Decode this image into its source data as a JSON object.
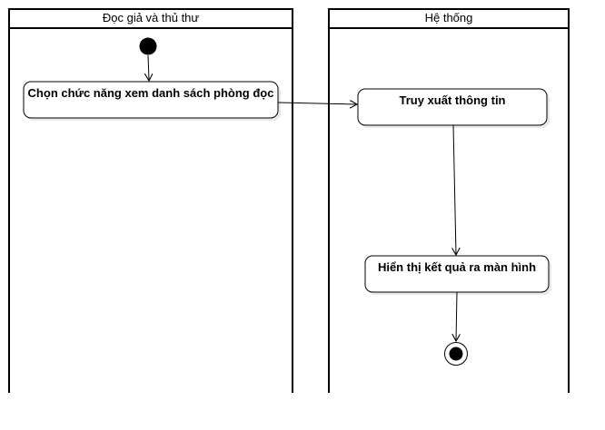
{
  "swimlanes": [
    {
      "id": "reader",
      "title": "Đọc giả và thủ thư"
    },
    {
      "id": "system",
      "title": "Hệ thống"
    }
  ],
  "nodes": [
    {
      "id": "start",
      "type": "initial",
      "lane": "reader"
    },
    {
      "id": "a1",
      "type": "action",
      "lane": "reader",
      "label": "Chọn chức năng xem danh sách phòng đọc"
    },
    {
      "id": "a2",
      "type": "action",
      "lane": "system",
      "label": "Truy xuất thông tin"
    },
    {
      "id": "a3",
      "type": "action",
      "lane": "system",
      "label": "Hiển thị kết quả ra màn hình"
    },
    {
      "id": "end",
      "type": "final",
      "lane": "system"
    }
  ],
  "edges": [
    {
      "from": "start",
      "to": "a1"
    },
    {
      "from": "a1",
      "to": "a2"
    },
    {
      "from": "a2",
      "to": "a3"
    },
    {
      "from": "a3",
      "to": "end"
    }
  ],
  "colors": {
    "line": "#000000",
    "fill": "#ffffff",
    "shadow": "#e9e9e9"
  }
}
